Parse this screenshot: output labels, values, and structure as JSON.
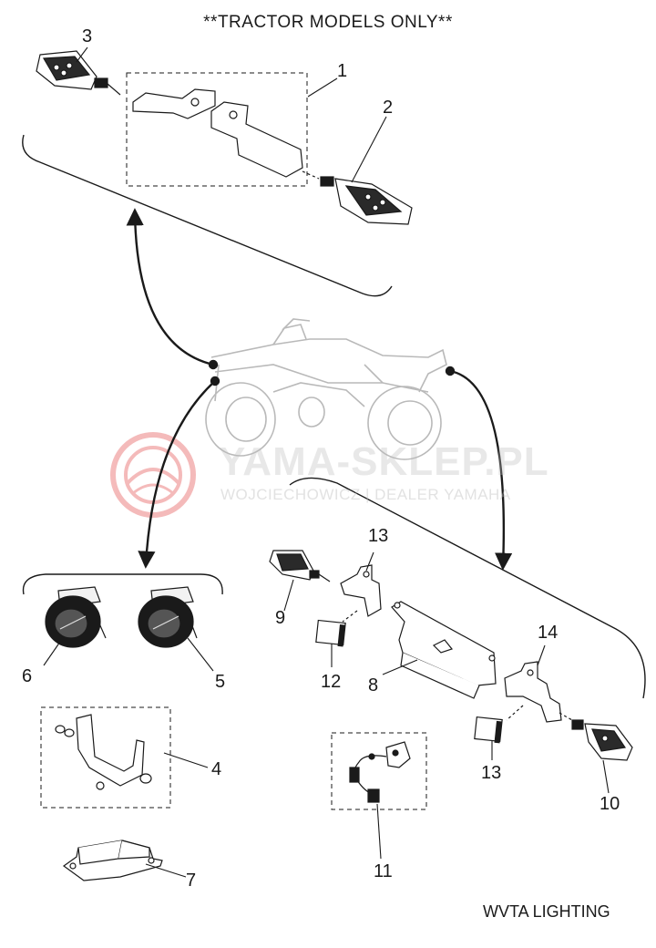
{
  "header": "**TRACTOR MODELS ONLY**",
  "footer": "WVTA LIGHTING",
  "watermark": {
    "main": "YAMA-SKLEP.PL",
    "sub": "WOJCIECHOWICZ | DEALER YAMAHA"
  },
  "callouts": [
    "1",
    "2",
    "3",
    "4",
    "5",
    "6",
    "7",
    "8",
    "9",
    "10",
    "11",
    "12",
    "13",
    "13",
    "14"
  ],
  "colors": {
    "line": "#1a1a1a",
    "ghost": "#b9b9b9",
    "watermark": "#e23b3b"
  }
}
